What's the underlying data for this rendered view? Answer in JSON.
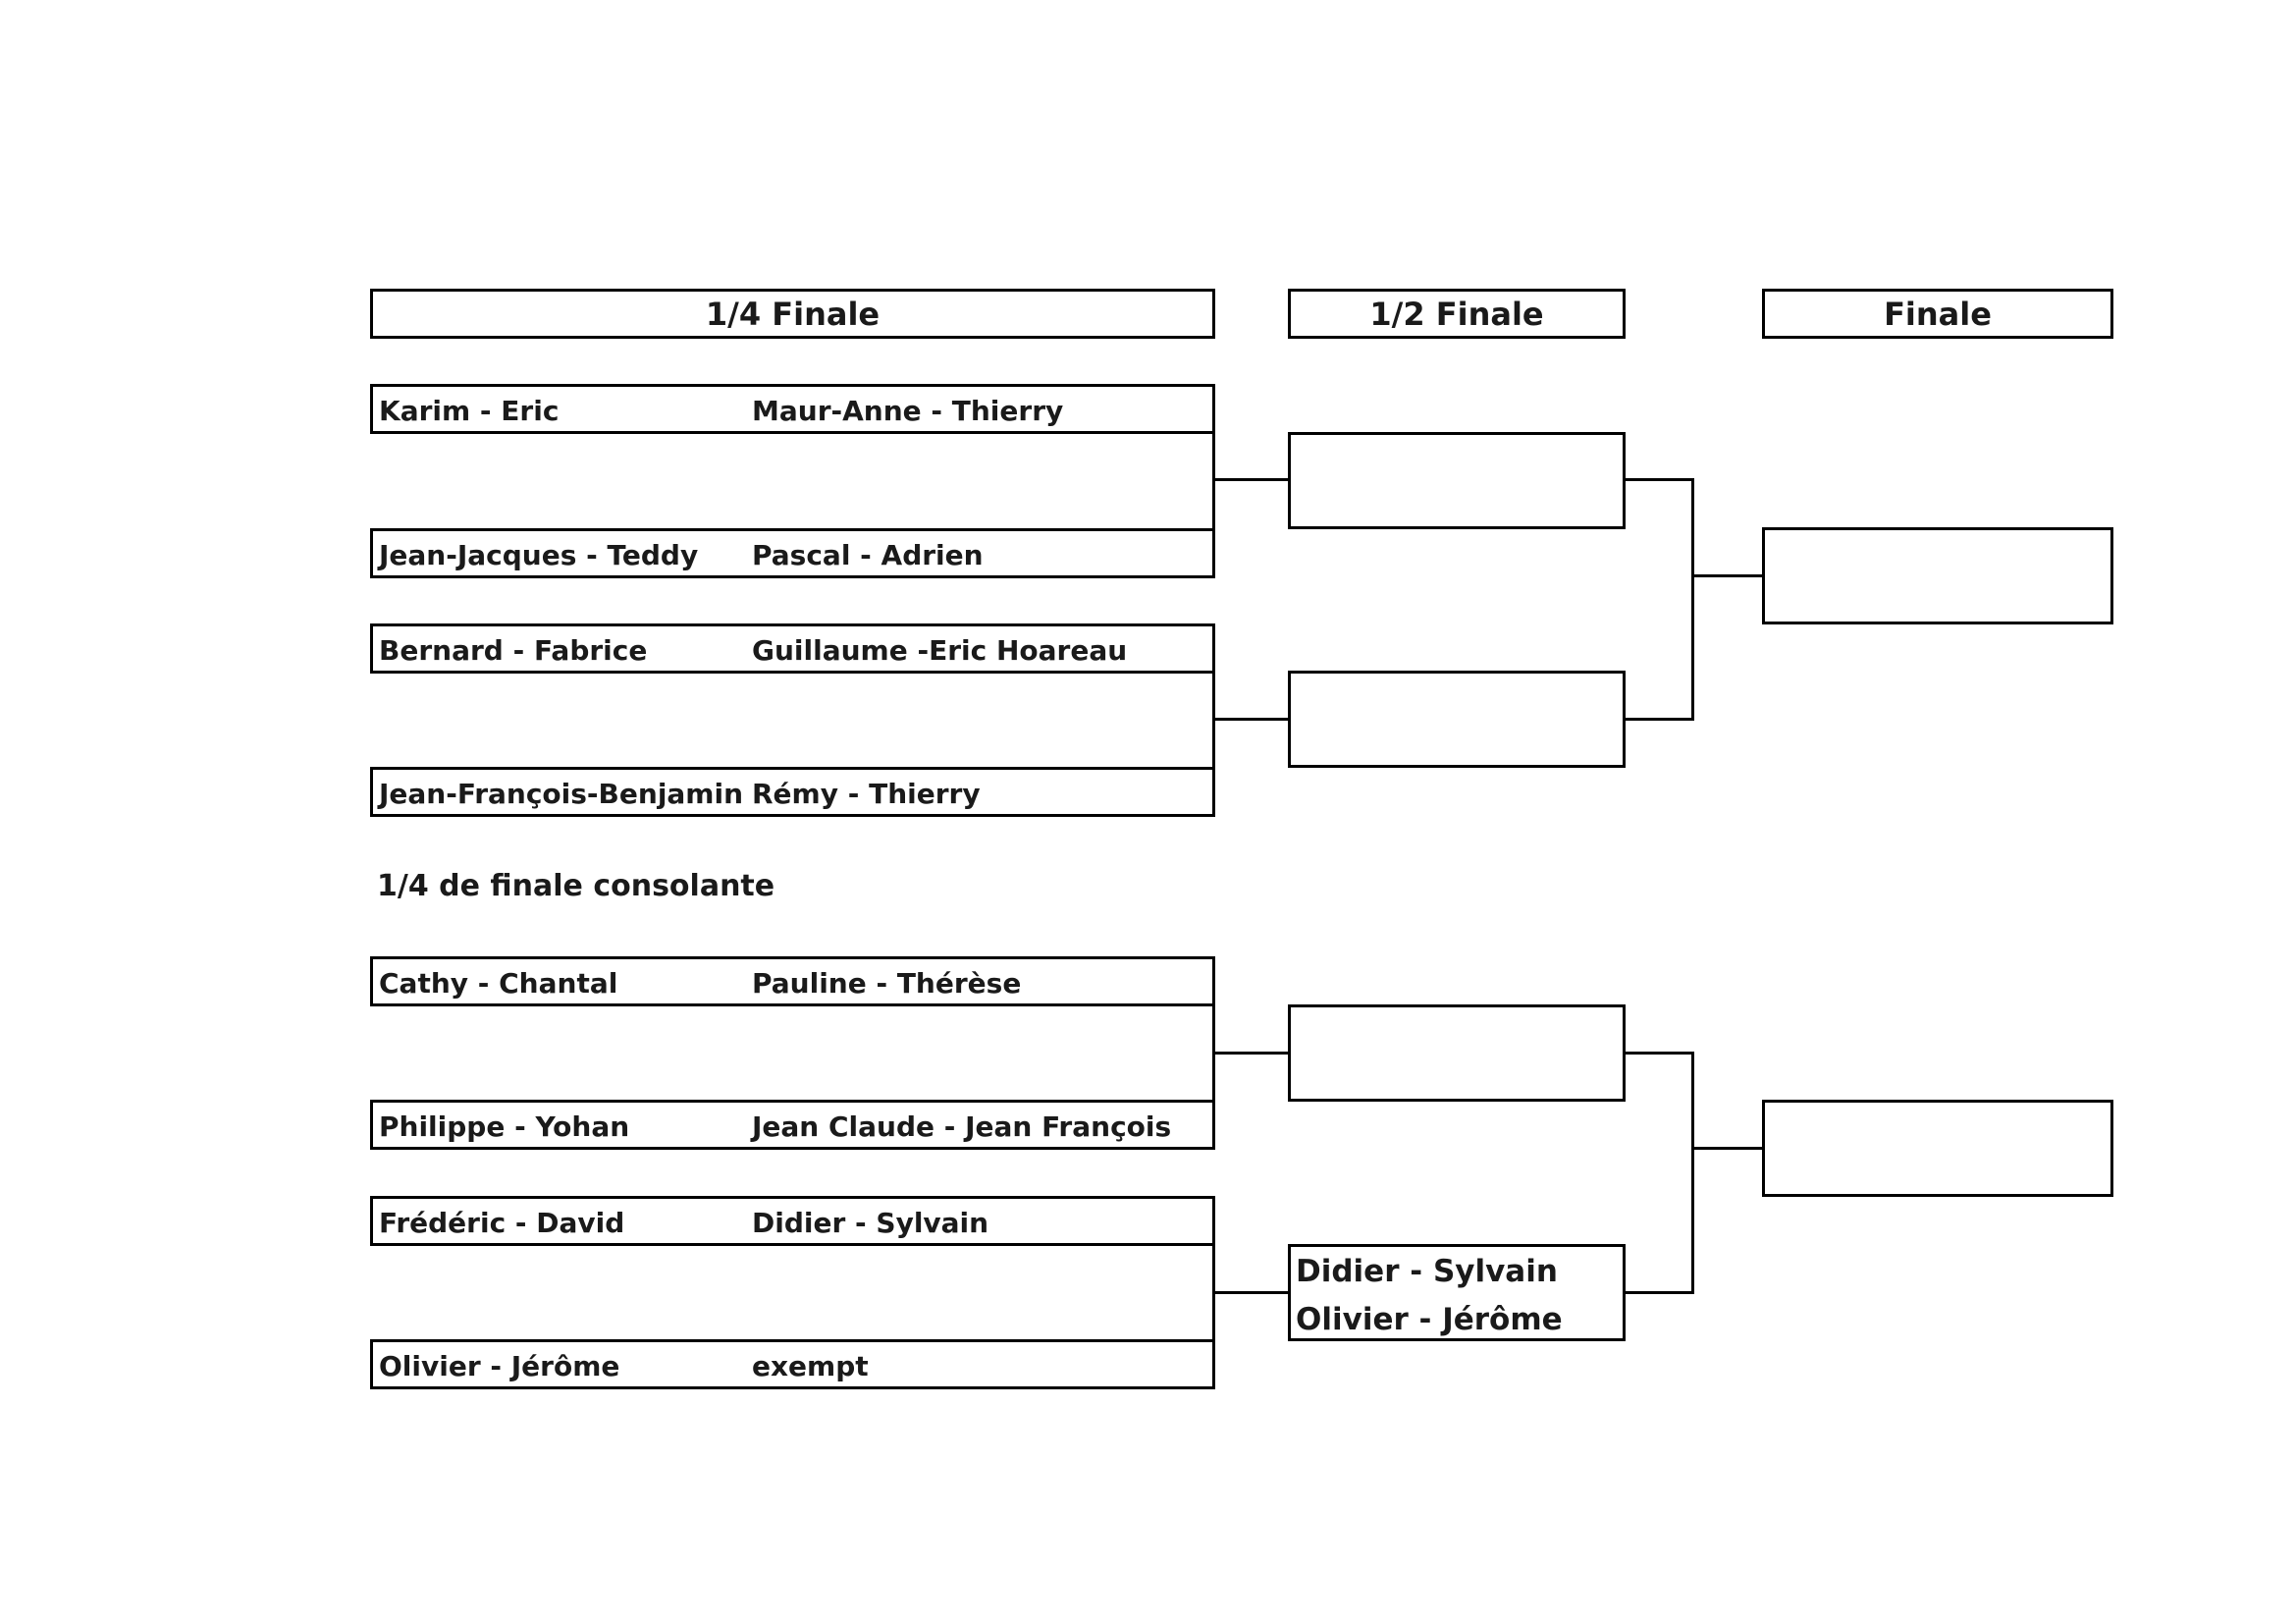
{
  "headers": {
    "quarter": "1/4 Finale",
    "semi": "1/2 Finale",
    "final": "Finale"
  },
  "consolation_title": "1/4 de finale consolante",
  "main_bracket": {
    "quarter_finals": [
      {
        "pair_a": {
          "left": "Karim - Eric",
          "right": "Maur-Anne - Thierry"
        },
        "pair_b": {
          "left": "Jean-Jacques - Teddy",
          "right": "Pascal - Adrien"
        }
      },
      {
        "pair_a": {
          "left": "Bernard - Fabrice",
          "right": "Guillaume -Eric Hoareau"
        },
        "pair_b": {
          "left": "Jean-François-Benjamin",
          "right": "Rémy - Thierry"
        }
      }
    ]
  },
  "consolation_bracket": {
    "quarter_finals": [
      {
        "pair_a": {
          "left": "Cathy - Chantal",
          "right": "Pauline - Thérèse"
        },
        "pair_b": {
          "left": "Philippe - Yohan",
          "right": "Jean Claude - Jean François"
        }
      },
      {
        "pair_a": {
          "left": "Frédéric - David",
          "right": "Didier - Sylvain"
        },
        "pair_b": {
          "left": "Olivier - Jérôme",
          "right": "exempt"
        }
      }
    ],
    "semi_final_2": {
      "line1": "Didier - Sylvain",
      "line2": "Olivier - Jérôme"
    }
  }
}
